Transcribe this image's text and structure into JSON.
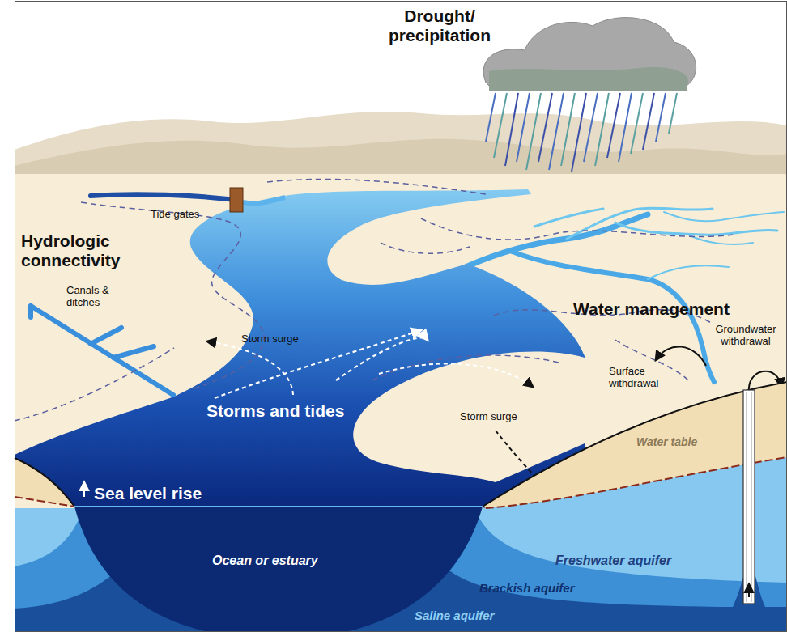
{
  "diagram": {
    "labels": [
      "Drought/ precipitation",
      "Tide gates",
      "Hydrologic connectivity",
      "Canals & ditches",
      "Storm surge",
      "Storms and tides",
      "Storm surge",
      "Water management",
      "Groundwater withdrawal",
      "Surface withdrawal",
      "Water table",
      "Sea level rise",
      "Ocean or estuary",
      "Freshwater aquifer",
      "Brackish aquifer",
      "Saline aquifer"
    ]
  }
}
